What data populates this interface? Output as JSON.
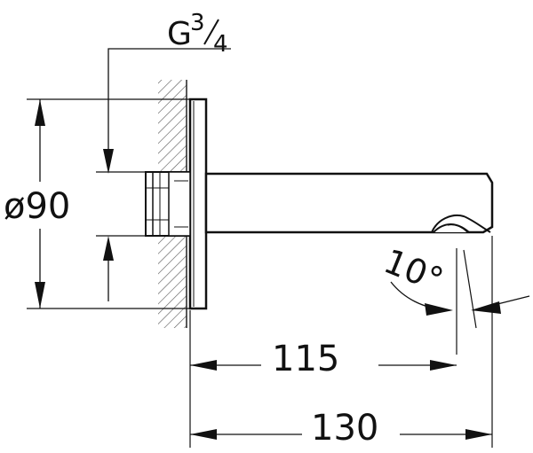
{
  "drawing": {
    "thread_prefix": "G",
    "thread_numerator": "3",
    "thread_denominator": "4",
    "diameter_label": "ø90",
    "angle_label": "10°",
    "length_short": "115",
    "length_long": "130"
  }
}
